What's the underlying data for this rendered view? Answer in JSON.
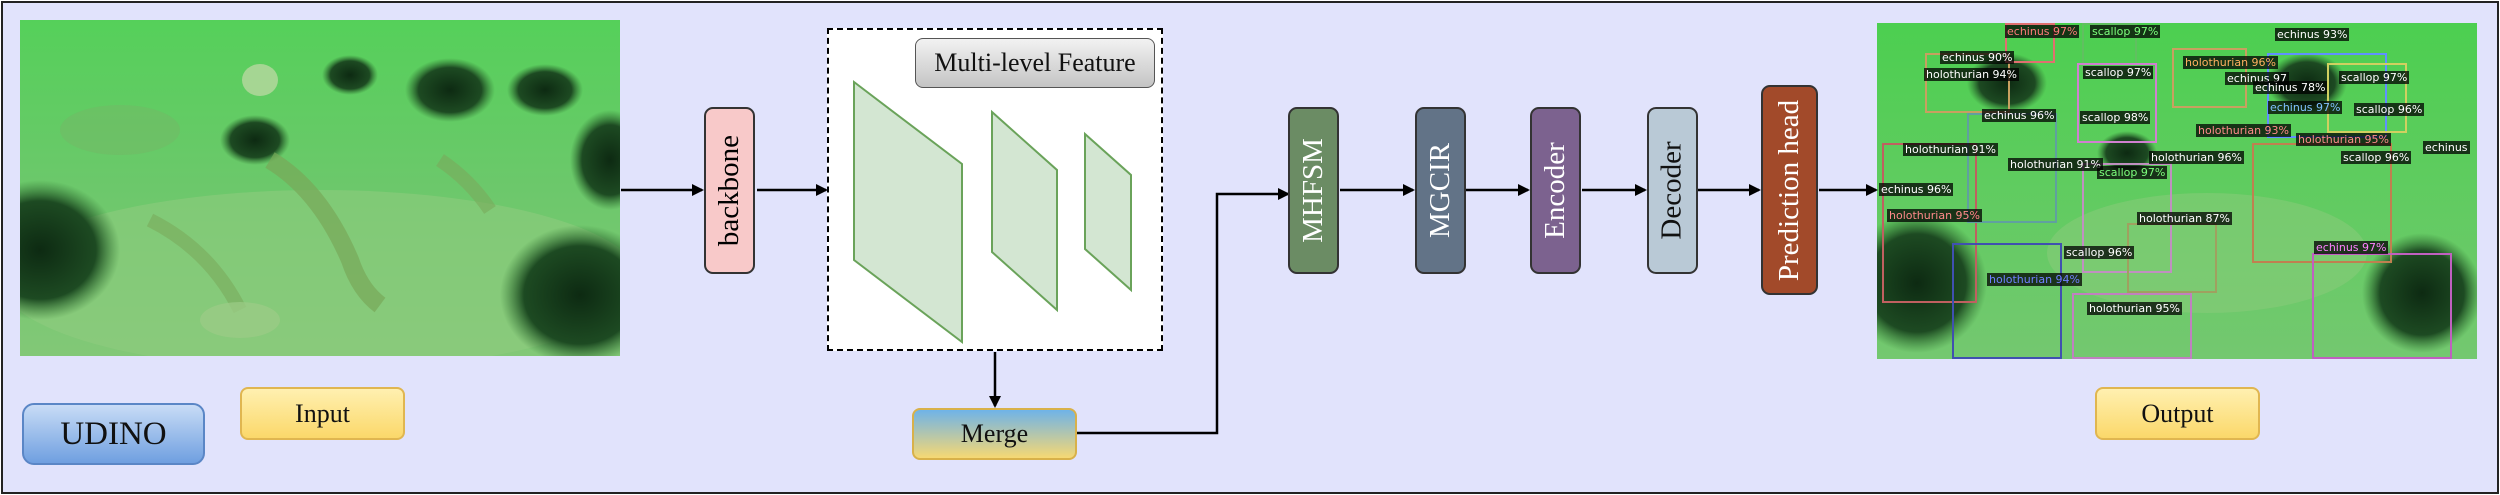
{
  "labels": {
    "input": "Input",
    "output": "Output",
    "udino": "UDINO",
    "backbone": "backbone",
    "multi_level_feature": "Multi-level Feature",
    "merge": "Merge",
    "mhfsm": "MHFSM",
    "mgcir": "MGCIR",
    "encoder": "Encoder",
    "decoder": "Decoder",
    "prediction_head": "Prediction head"
  },
  "detections": [
    {
      "label": "echinus 97%",
      "color": "#ff7a7a"
    },
    {
      "label": "scallop 97%",
      "color": "#7dff7d"
    },
    {
      "label": "echinus 93%",
      "color": "#ffffff"
    },
    {
      "label": "echinus 90%",
      "color": "#ffffff"
    },
    {
      "label": "holothurian 94%",
      "color": "#ffffff"
    },
    {
      "label": "scallop 97%",
      "color": "#ffffff"
    },
    {
      "label": "holothurian 96%",
      "color": "#ffb060"
    },
    {
      "label": "echinus 97",
      "color": "#ffffff"
    },
    {
      "label": "echinus 78%",
      "color": "#ffffff"
    },
    {
      "label": "scallop 97%",
      "color": "#ffffff"
    },
    {
      "label": "echinus 97%",
      "color": "#80c0ff"
    },
    {
      "label": "scallop 96%",
      "color": "#ffffff"
    },
    {
      "label": "echinus 96%",
      "color": "#ffffff"
    },
    {
      "label": "scallop 98%",
      "color": "#ffffff"
    },
    {
      "label": "holothurian 93%",
      "color": "#ff8a8a"
    },
    {
      "label": "holothurian 95%",
      "color": "#ff8a8a"
    },
    {
      "label": "echinus",
      "color": "#ffffff"
    },
    {
      "label": "holothurian 91%",
      "color": "#ffffff"
    },
    {
      "label": "holothurian 91%",
      "color": "#ffffff"
    },
    {
      "label": "holothurian 96%",
      "color": "#ffffff"
    },
    {
      "label": "scallop 96%",
      "color": "#ffffff"
    },
    {
      "label": "scallop 97%",
      "color": "#7dff7d"
    },
    {
      "label": "echinus 96%",
      "color": "#ffffff"
    },
    {
      "label": "holothurian 95%",
      "color": "#ff8a8a"
    },
    {
      "label": "holothurian 87%",
      "color": "#ffffff"
    },
    {
      "label": "scallop 96%",
      "color": "#ffffff"
    },
    {
      "label": "echinus 97%",
      "color": "#ff80ff"
    },
    {
      "label": "holothurian 94%",
      "color": "#7080ff"
    },
    {
      "label": "holothurian 95%",
      "color": "#ffffff"
    }
  ]
}
